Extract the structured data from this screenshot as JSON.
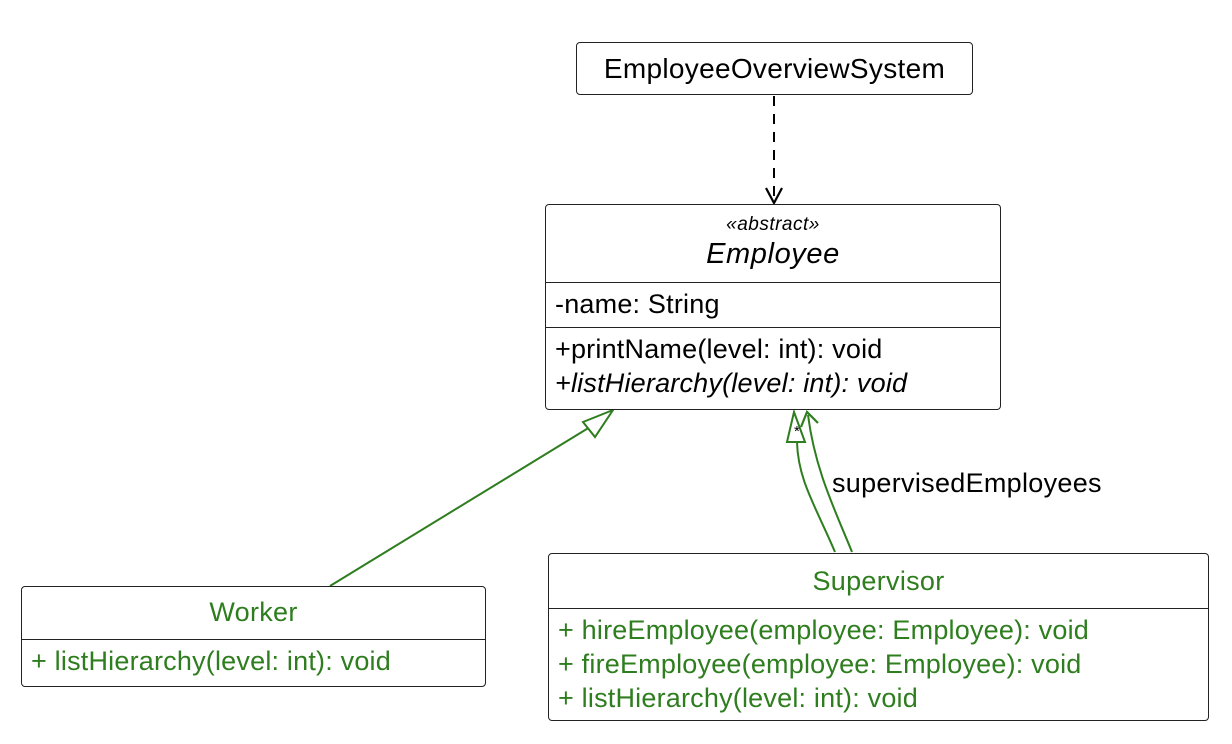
{
  "classes": {
    "overview_system": {
      "name": "EmployeeOverviewSystem"
    },
    "employee": {
      "stereotype": "«abstract»",
      "name": "Employee",
      "attributes": [
        "-name: String"
      ],
      "methods": [
        "+printName(level: int): void",
        "+listHierarchy(level: int): void"
      ]
    },
    "worker": {
      "name": "Worker",
      "methods": [
        "+ listHierarchy(level: int): void"
      ]
    },
    "supervisor": {
      "name": "Supervisor",
      "methods": [
        "+ hireEmployee(employee: Employee): void",
        "+ fireEmployee(employee: Employee): void",
        "+ listHierarchy(level: int): void"
      ]
    }
  },
  "association": {
    "role": "supervisedEmployees",
    "multiplicity": "*"
  },
  "colors": {
    "accent_green": "#2e7d1e",
    "outline": "#222222",
    "text": "#000000"
  }
}
